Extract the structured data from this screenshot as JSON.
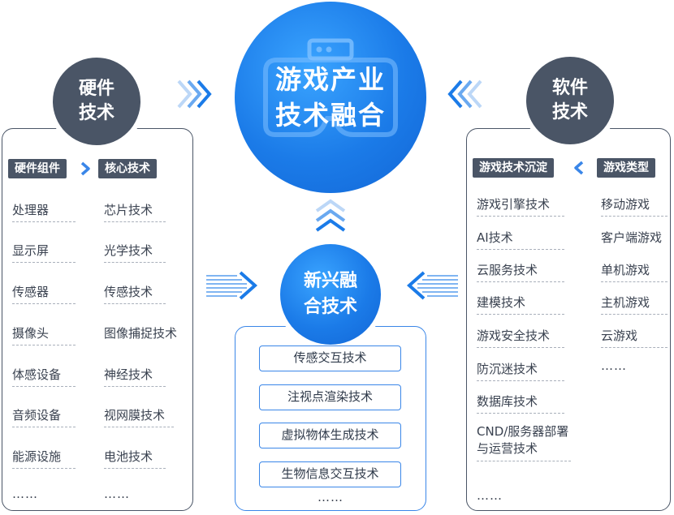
{
  "center": {
    "title_line1": "游戏产业",
    "title_line2": "技术融合"
  },
  "hardware": {
    "circle_line1": "硬件",
    "circle_line2": "技术",
    "tag_components": "硬件组件",
    "tag_core": "核心技术",
    "components": [
      "处理器",
      "显示屏",
      "传感器",
      "摄像头",
      "体感设备",
      "音频设备",
      "能源设施"
    ],
    "core": [
      "芯片技术",
      "光学技术",
      "传感技术",
      "图像捕捉技术",
      "神经技术",
      "视网膜技术",
      "电池技术"
    ],
    "more": "……"
  },
  "software": {
    "circle_line1": "软件",
    "circle_line2": "技术",
    "tag_deposit": "游戏技术沉淀",
    "tag_types": "游戏类型",
    "deposit": [
      "游戏引擎技术",
      "AI技术",
      "云服务技术",
      "建模技术",
      "游戏安全技术",
      "防沉迷技术",
      "数据库技术",
      "CND/服务器部署与运营技术"
    ],
    "types": [
      "移动游戏",
      "客户端游戏",
      "单机游戏",
      "主机游戏",
      "云游戏"
    ],
    "more": "……"
  },
  "emerging": {
    "circle_line1": "新兴融",
    "circle_line2": "合技术",
    "items": [
      "传感交互技术",
      "注视点渲染技术",
      "虚拟物体生成技术",
      "生物信息交互技术"
    ],
    "more": "……"
  },
  "colors": {
    "dark": "#4a5566",
    "blue": "#1b7be8",
    "accent_line": "#3a86e8"
  },
  "icons": [
    "vr-headset-icon",
    "chevron-right-icon",
    "chevron-left-icon",
    "chevron-up-icon"
  ]
}
